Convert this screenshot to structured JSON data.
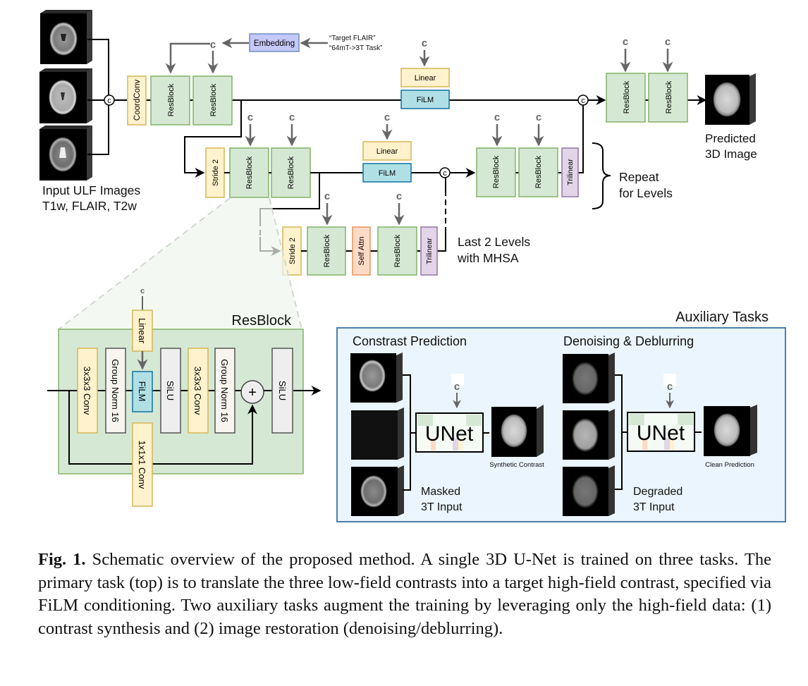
{
  "figure": {
    "inputs": {
      "label_line1": "Input ULF Images",
      "label_line2": "T1w, FLAIR, T2w",
      "images": [
        "T1w",
        "FLAIR",
        "T2w"
      ]
    },
    "concat_symbol": "c",
    "cond_symbol": "c",
    "embedding": {
      "label": "Embedding",
      "prompt_line1": "“Target FLAIR”",
      "prompt_line2": "“64mT->3T Task”"
    },
    "blocks": {
      "coordconv": "CoordConv",
      "resblock": "ResBlock",
      "stride2": "Stride 2",
      "linear": "Linear",
      "film": "FiLM",
      "trilinear": "Trilinear",
      "self_attn": "Self Attn"
    },
    "output": {
      "label_line1": "Predicted",
      "label_line2": "3D Image"
    },
    "repeat_label_line1": "Repeat",
    "repeat_label_line2": "for Levels",
    "mhsa_label_line1": "Last 2 Levels",
    "mhsa_label_line2": "with MHSA",
    "resblock_detail": {
      "title": "ResBlock",
      "cond": "c",
      "linear": "Linear",
      "conv3": "3x3x3 Conv",
      "groupnorm": "Group Norm 16",
      "film": "FiLM",
      "silu": "SiLU",
      "conv1": "1x1x1 Conv",
      "plus": "+"
    },
    "aux": {
      "title": "Auxiliary Tasks",
      "constrast": {
        "title": "Constrast Prediction",
        "unet": "UNet",
        "cond": "c",
        "output_label": "Synthetic Contrast",
        "input_label_line1": "Masked",
        "input_label_line2": "3T Input"
      },
      "denoise": {
        "title": "Denoising & Deblurring",
        "unet": "UNet",
        "cond": "c",
        "output_label": "Clean Prediction",
        "input_label_line1": "Degraded",
        "input_label_line2": "3T Input"
      }
    },
    "colors": {
      "resblock_fill": "#d5e8d4",
      "resblock_stroke": "#82b366",
      "yellow_fill": "#fff2cc",
      "yellow_stroke": "#d6b656",
      "film_fill": "#b0e0e6",
      "film_stroke": "#10739e",
      "purple_fill": "#e1d5e7",
      "purple_stroke": "#9673a6",
      "embed_fill": "#c5c9f7",
      "embed_stroke": "#6c8ebf",
      "attn_fill": "#ffdac4",
      "attn_stroke": "#d79b00",
      "silu_fill": "#eeeeee",
      "aux_bg": "#eaf5fd",
      "aux_stroke": "#4d7ea8",
      "arrow_gray": "#666666"
    }
  },
  "caption": {
    "label": "Fig. 1.",
    "text": "Schematic overview of the proposed method. A single 3D U-Net is trained on three tasks. The primary task (top) is to translate the three low-field contrasts into a target high-field contrast, specified via FiLM conditioning. Two auxiliary tasks augment the training by leveraging only the high-field data: (1) contrast synthesis and (2) image restoration (denoising/deblurring)."
  }
}
